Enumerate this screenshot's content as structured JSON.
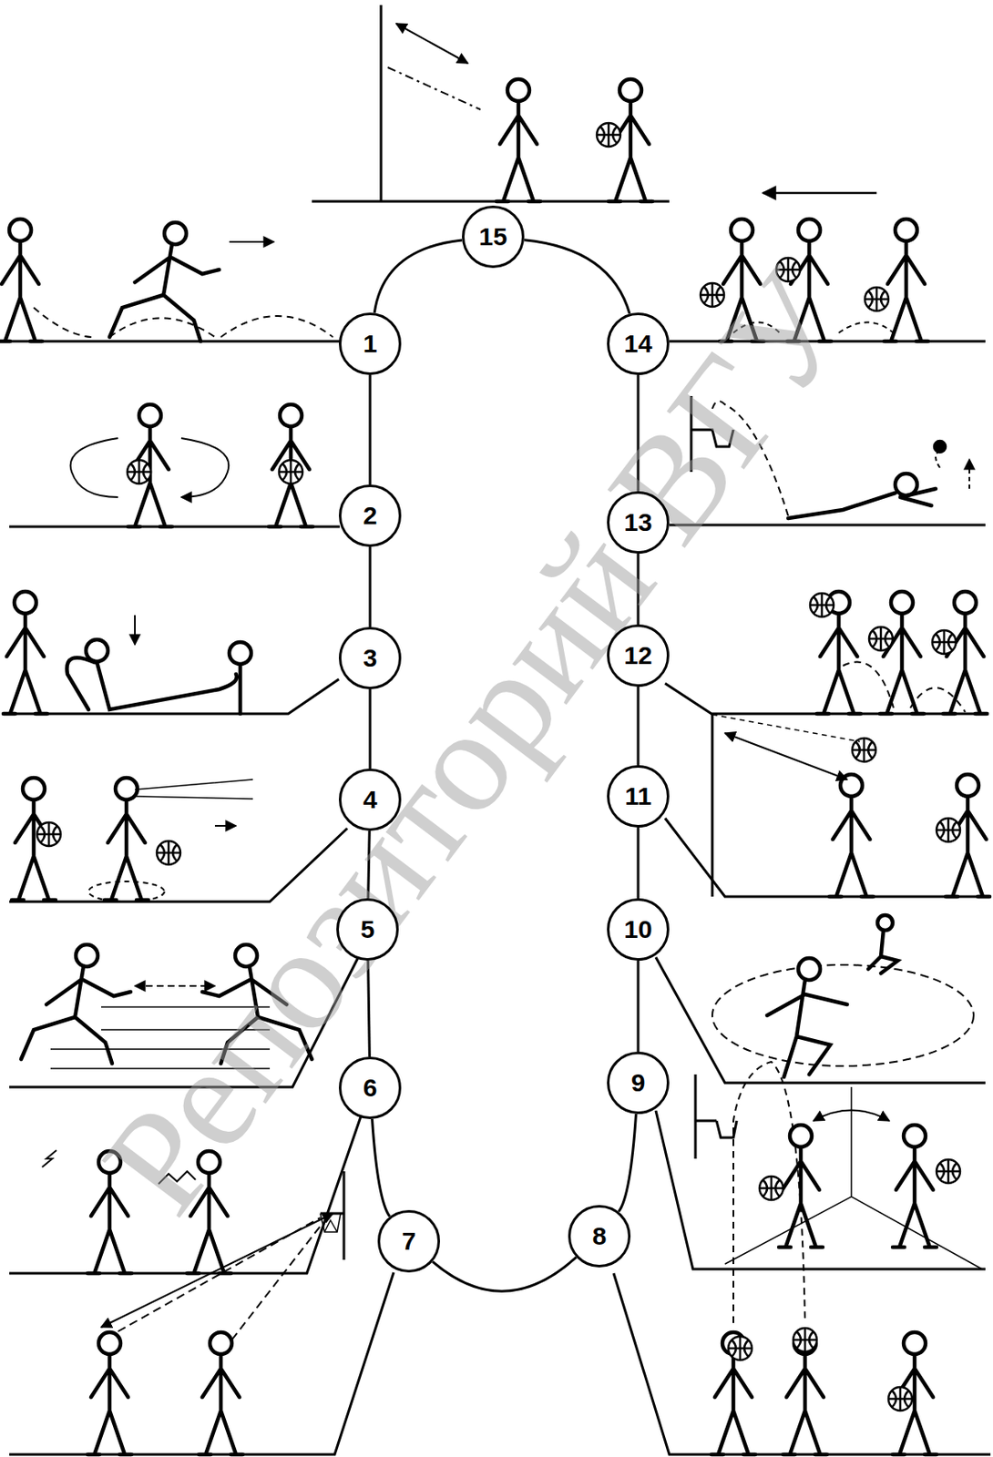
{
  "diagram": {
    "nodes": [
      {
        "text": [
          "1"
        ]
      },
      {
        "text": [
          "2"
        ]
      },
      {
        "text": [
          "3"
        ]
      },
      {
        "text": [
          "4"
        ]
      },
      {
        "text": [
          "5"
        ]
      },
      {
        "text": [
          "6"
        ]
      },
      {
        "text": [
          "7"
        ]
      },
      {
        "text": [
          "8"
        ]
      },
      {
        "text": [
          "9"
        ]
      },
      {
        "text": [
          "10"
        ]
      },
      {
        "text": [
          "11"
        ]
      },
      {
        "text": [
          "12"
        ]
      },
      {
        "text": [
          "13"
        ]
      },
      {
        "text": [
          "14"
        ]
      },
      {
        "text": [
          "15"
        ]
      }
    ],
    "edges": [
      {
        "from": 0,
        "to": 1,
        "arrow": "none"
      },
      {
        "from": 1,
        "to": 2,
        "arrow": "none"
      },
      {
        "from": 2,
        "to": 3,
        "arrow": "none"
      },
      {
        "from": 3,
        "to": 4,
        "arrow": "none"
      },
      {
        "from": 4,
        "to": 5,
        "arrow": "none"
      },
      {
        "from": 5,
        "to": 6,
        "arrow": "none"
      },
      {
        "from": 6,
        "to": 7,
        "arrow": "none"
      },
      {
        "from": 7,
        "to": 8,
        "arrow": "none"
      },
      {
        "from": 8,
        "to": 9,
        "arrow": "none"
      },
      {
        "from": 9,
        "to": 10,
        "arrow": "none"
      },
      {
        "from": 10,
        "to": 11,
        "arrow": "none"
      },
      {
        "from": 11,
        "to": 12,
        "arrow": "none"
      },
      {
        "from": 12,
        "to": 13,
        "arrow": "none"
      },
      {
        "from": 13,
        "to": 14,
        "arrow": "none"
      },
      {
        "from": 14,
        "to": 0,
        "arrow": "none"
      }
    ],
    "labels": [
      "Репозиторий ВГУ"
    ]
  }
}
